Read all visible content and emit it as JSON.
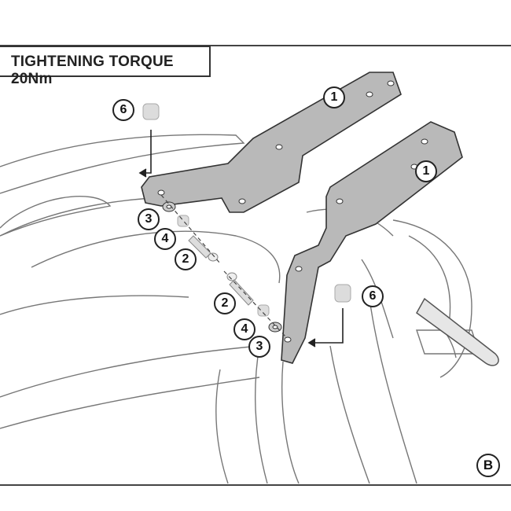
{
  "title": "TIGHTENING TORQUE 20Nm",
  "figure_label": "B",
  "callouts": {
    "bracket_top": "1",
    "bracket_right": "1",
    "spacer_left": "6",
    "washer_left": "3",
    "nut_left": "4",
    "bolt_left": "2",
    "bolt_right": "2",
    "nut_right": "4",
    "washer_right": "3",
    "spacer_right": "6"
  }
}
